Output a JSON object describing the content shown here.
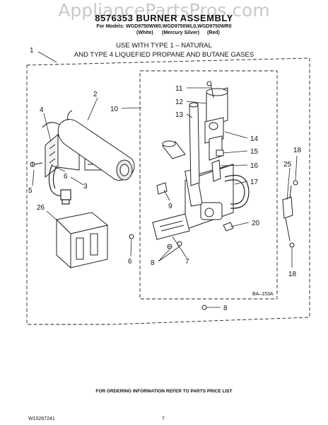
{
  "watermark": "AppliancePartsPros.com",
  "header": {
    "title": "8576353 BURNER ASSEMBLY",
    "models": "For Models: WGD9750WW0,WGD9750WL0,WGD9750WR0",
    "color_white": "(White)",
    "color_silver": "(Mercury Silver)",
    "color_red": "(Red)"
  },
  "usage": {
    "line1": "USE WITH TYPE 1 –  NATURAL",
    "line2": "AND TYPE 4    LIQUEFIED PROPANE AND BUTANE GASES"
  },
  "callouts": {
    "c1": "1",
    "c2": "2",
    "c3": "3",
    "c4": "4",
    "c5": "5",
    "c6a": "6",
    "c6b": "6",
    "c7": "7",
    "c8a": "8",
    "c8b": "8",
    "c9": "9",
    "c10": "10",
    "c11": "11",
    "c12": "12",
    "c13": "13",
    "c14": "14",
    "c15": "15",
    "c16": "16",
    "c17": "17",
    "c18a": "18",
    "c18b": "18",
    "c20": "20",
    "c25": "25",
    "c26": "26"
  },
  "diagram_code": "BA–153A",
  "footer": {
    "note": "FOR ORDERING INFORMATION REFER TO PARTS PRICE LIST",
    "doc_number": "W10287241",
    "page_number": "7"
  }
}
